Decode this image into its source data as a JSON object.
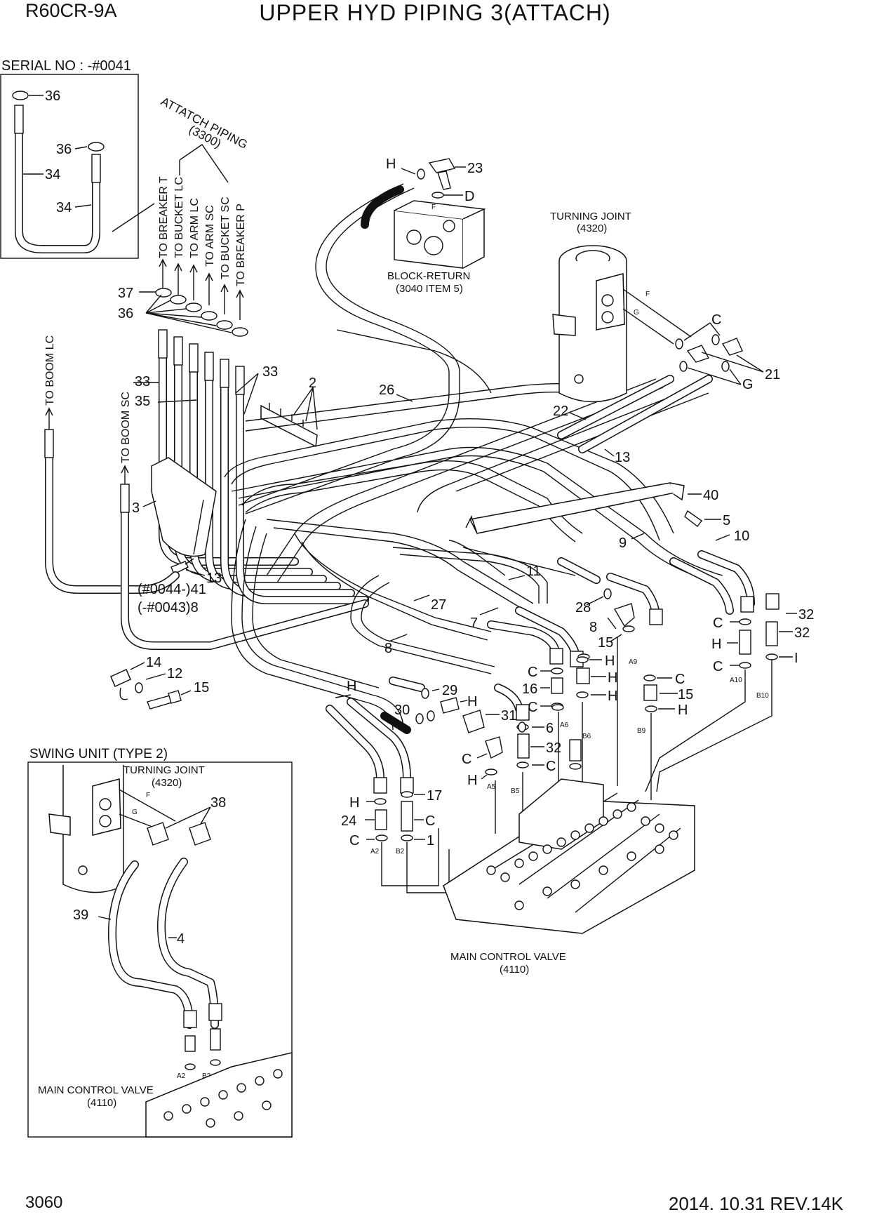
{
  "header": {
    "model": "R60CR-9A",
    "title": "UPPER HYD PIPING 3(ATTACH)"
  },
  "footer": {
    "page": "3060",
    "date_rev": "2014. 10.31  REV.14K"
  },
  "inset_serial": {
    "label": "SERIAL NO : -#0041",
    "parts": [
      "36",
      "36",
      "34",
      "34"
    ]
  },
  "inset_swing": {
    "label": "SWING UNIT (TYPE 2)",
    "turning_joint": [
      "TURNING JOINT",
      "(4320)"
    ],
    "main_valve": [
      "MAIN CONTROL VALVE",
      "(4110)"
    ],
    "parts": [
      "38",
      "39",
      "4"
    ],
    "letters": [
      "F",
      "G"
    ],
    "ports": [
      "A2",
      "B2"
    ]
  },
  "attach_piping": {
    "label": "ATTATCH PIPING",
    "ref": "(3300)"
  },
  "destinations": [
    "TO BREAKER T",
    "TO BUCKET LC",
    "TO ARM LC",
    "TO ARM SC",
    "TO BUCKET SC",
    "TO BREAKER P",
    "TO BOOM LC",
    "TO BOOM SC"
  ],
  "components": {
    "turning_joint": [
      "TURNING JOINT",
      "(4320)"
    ],
    "block_return": [
      "BLOCK-RETURN",
      "(3040 ITEM 5)"
    ],
    "main_valve": [
      "MAIN CONTROL VALVE",
      "(4110)"
    ]
  },
  "serial_notes": [
    "(#0044-)41",
    "(-#0043)8"
  ],
  "callouts": [
    "37",
    "36",
    "33",
    "35",
    "33",
    "2",
    "3",
    "13",
    "26",
    "23",
    "D",
    "H",
    "C",
    "21",
    "G",
    "40",
    "5",
    "22",
    "13",
    "10",
    "9",
    "11",
    "27",
    "7",
    "8",
    "28",
    "H",
    "H",
    "32",
    "32",
    "C",
    "C",
    "I",
    "16",
    "15",
    "H",
    "H",
    "C",
    "C",
    "6",
    "H",
    "29",
    "H",
    "30",
    "H",
    "31",
    "32",
    "C",
    "C",
    "H",
    "H",
    "17",
    "24",
    "C",
    "C",
    "1",
    "14",
    "12",
    "15",
    "C",
    "H",
    "C",
    "H"
  ],
  "ports": [
    "A2",
    "B2",
    "A5",
    "B5",
    "A6",
    "B6",
    "A9",
    "B9",
    "A10",
    "B10"
  ],
  "small_letters": [
    "F",
    "F",
    "G"
  ]
}
